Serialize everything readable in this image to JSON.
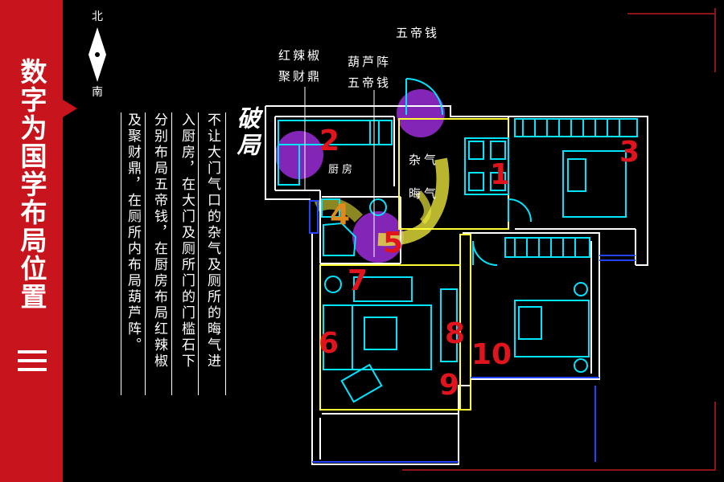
{
  "sidebar": {
    "title": "数字为国学布局位置",
    "accent_color": "#c8141c"
  },
  "compass": {
    "north": "北",
    "south": "南"
  },
  "section_title": "破局",
  "body_columns": [
    "不让大门气口的杂气及厕所的晦气进",
    "入厨房，在大门及厕所门的门槛石下",
    "分别布局五帝钱，在厨房布局红辣椒",
    "及聚财鼎，在厕所内布局葫芦阵。"
  ],
  "annotations": {
    "wudiqian_top": "五帝钱",
    "hongla_line1": "红辣椒",
    "hongla_line2": "聚财鼎",
    "hulu_line1": "葫芦阵",
    "hulu_line2": "五帝钱"
  },
  "plan_labels": {
    "kitchen": "厨房",
    "zaqi": "杂气",
    "huiqi": "晦气"
  },
  "numbers": [
    "1",
    "2",
    "3",
    "4",
    "5",
    "6",
    "7",
    "8",
    "9",
    "10"
  ],
  "colors": {
    "wall": "#ffffff",
    "furniture": "#00e5ff",
    "zone": "#ffff33",
    "window": "#2244ff",
    "marker": "#9a2cd6",
    "flow": "#e8e23a",
    "number": "#e0141c"
  }
}
